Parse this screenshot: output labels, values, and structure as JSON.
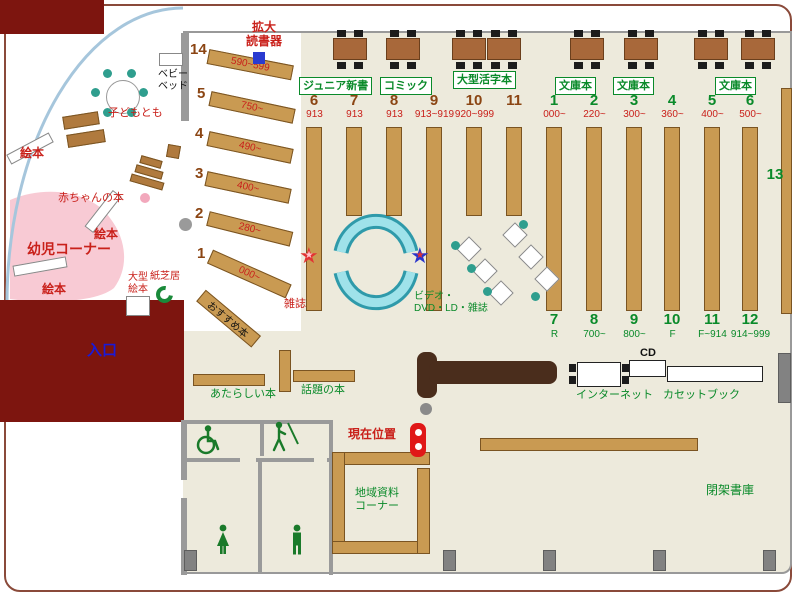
{
  "labels": {
    "magnifier": "拡大\n読書器",
    "baby_bed": "ベビー\nベッド",
    "kodomo": "子どもとも",
    "ehon": "絵本",
    "akachan_books": "赤ちゃんの本",
    "infant_corner": "幼児コーナー",
    "ogata_ehon": "大型\n絵本",
    "kamishibai": "紙芝居",
    "entrance": "入口",
    "osusume": "おすすめ本",
    "zasshi": "雑誌",
    "video": "ビデオ・\nDVD・LD・雑誌",
    "atarashii": "あたらしい本",
    "wadai": "話題の本",
    "genzai": "現在位置",
    "chiiki": "地域資料\nコーナー",
    "internet": "インターネット",
    "cd": "CD",
    "cassette": "カセットブック",
    "heika": "閉架書庫",
    "num13": "13"
  },
  "boxed": {
    "junior": "ジュニア新書",
    "comic": "コミック",
    "ogata_katsuji": "大型活字本",
    "bunko": "文庫本"
  },
  "diagonal_shelves": [
    {
      "num": "14",
      "range": "590~599"
    },
    {
      "num": "5",
      "range": "750~"
    },
    {
      "num": "4",
      "range": "490~"
    },
    {
      "num": "3",
      "range": "400~"
    },
    {
      "num": "2",
      "range": "280~"
    },
    {
      "num": "1",
      "range": "000~"
    }
  ],
  "top_rows": {
    "brown": [
      {
        "num": "6",
        "range": "913"
      },
      {
        "num": "7",
        "range": "913"
      },
      {
        "num": "8",
        "range": "913"
      },
      {
        "num": "9",
        "range": "913~919"
      },
      {
        "num": "10",
        "range": "920~999"
      },
      {
        "num": "11",
        "range": ""
      }
    ],
    "green": [
      {
        "num": "1",
        "range": "000~"
      },
      {
        "num": "2",
        "range": "220~"
      },
      {
        "num": "3",
        "range": "300~"
      },
      {
        "num": "4",
        "range": "360~"
      },
      {
        "num": "5",
        "range": "400~"
      },
      {
        "num": "6",
        "range": "500~"
      }
    ]
  },
  "bottom_row": [
    {
      "num": "7",
      "range": "R"
    },
    {
      "num": "8",
      "range": "700~"
    },
    {
      "num": "9",
      "range": "800~"
    },
    {
      "num": "10",
      "range": "F"
    },
    {
      "num": "11",
      "range": "F~914"
    },
    {
      "num": "12",
      "range": "914~999"
    }
  ],
  "colors": {
    "accent_red": "#c9201a",
    "accent_green": "#0a8a2a",
    "accent_brown": "#8b4513",
    "entrance_blue": "#1a1ad8",
    "floor": "#edeadc",
    "shelf": "#c99a52",
    "maroon_block": "#7d150f",
    "sofa_cyan": "#9fe2ea",
    "infant_pink": "#f8cad4"
  }
}
